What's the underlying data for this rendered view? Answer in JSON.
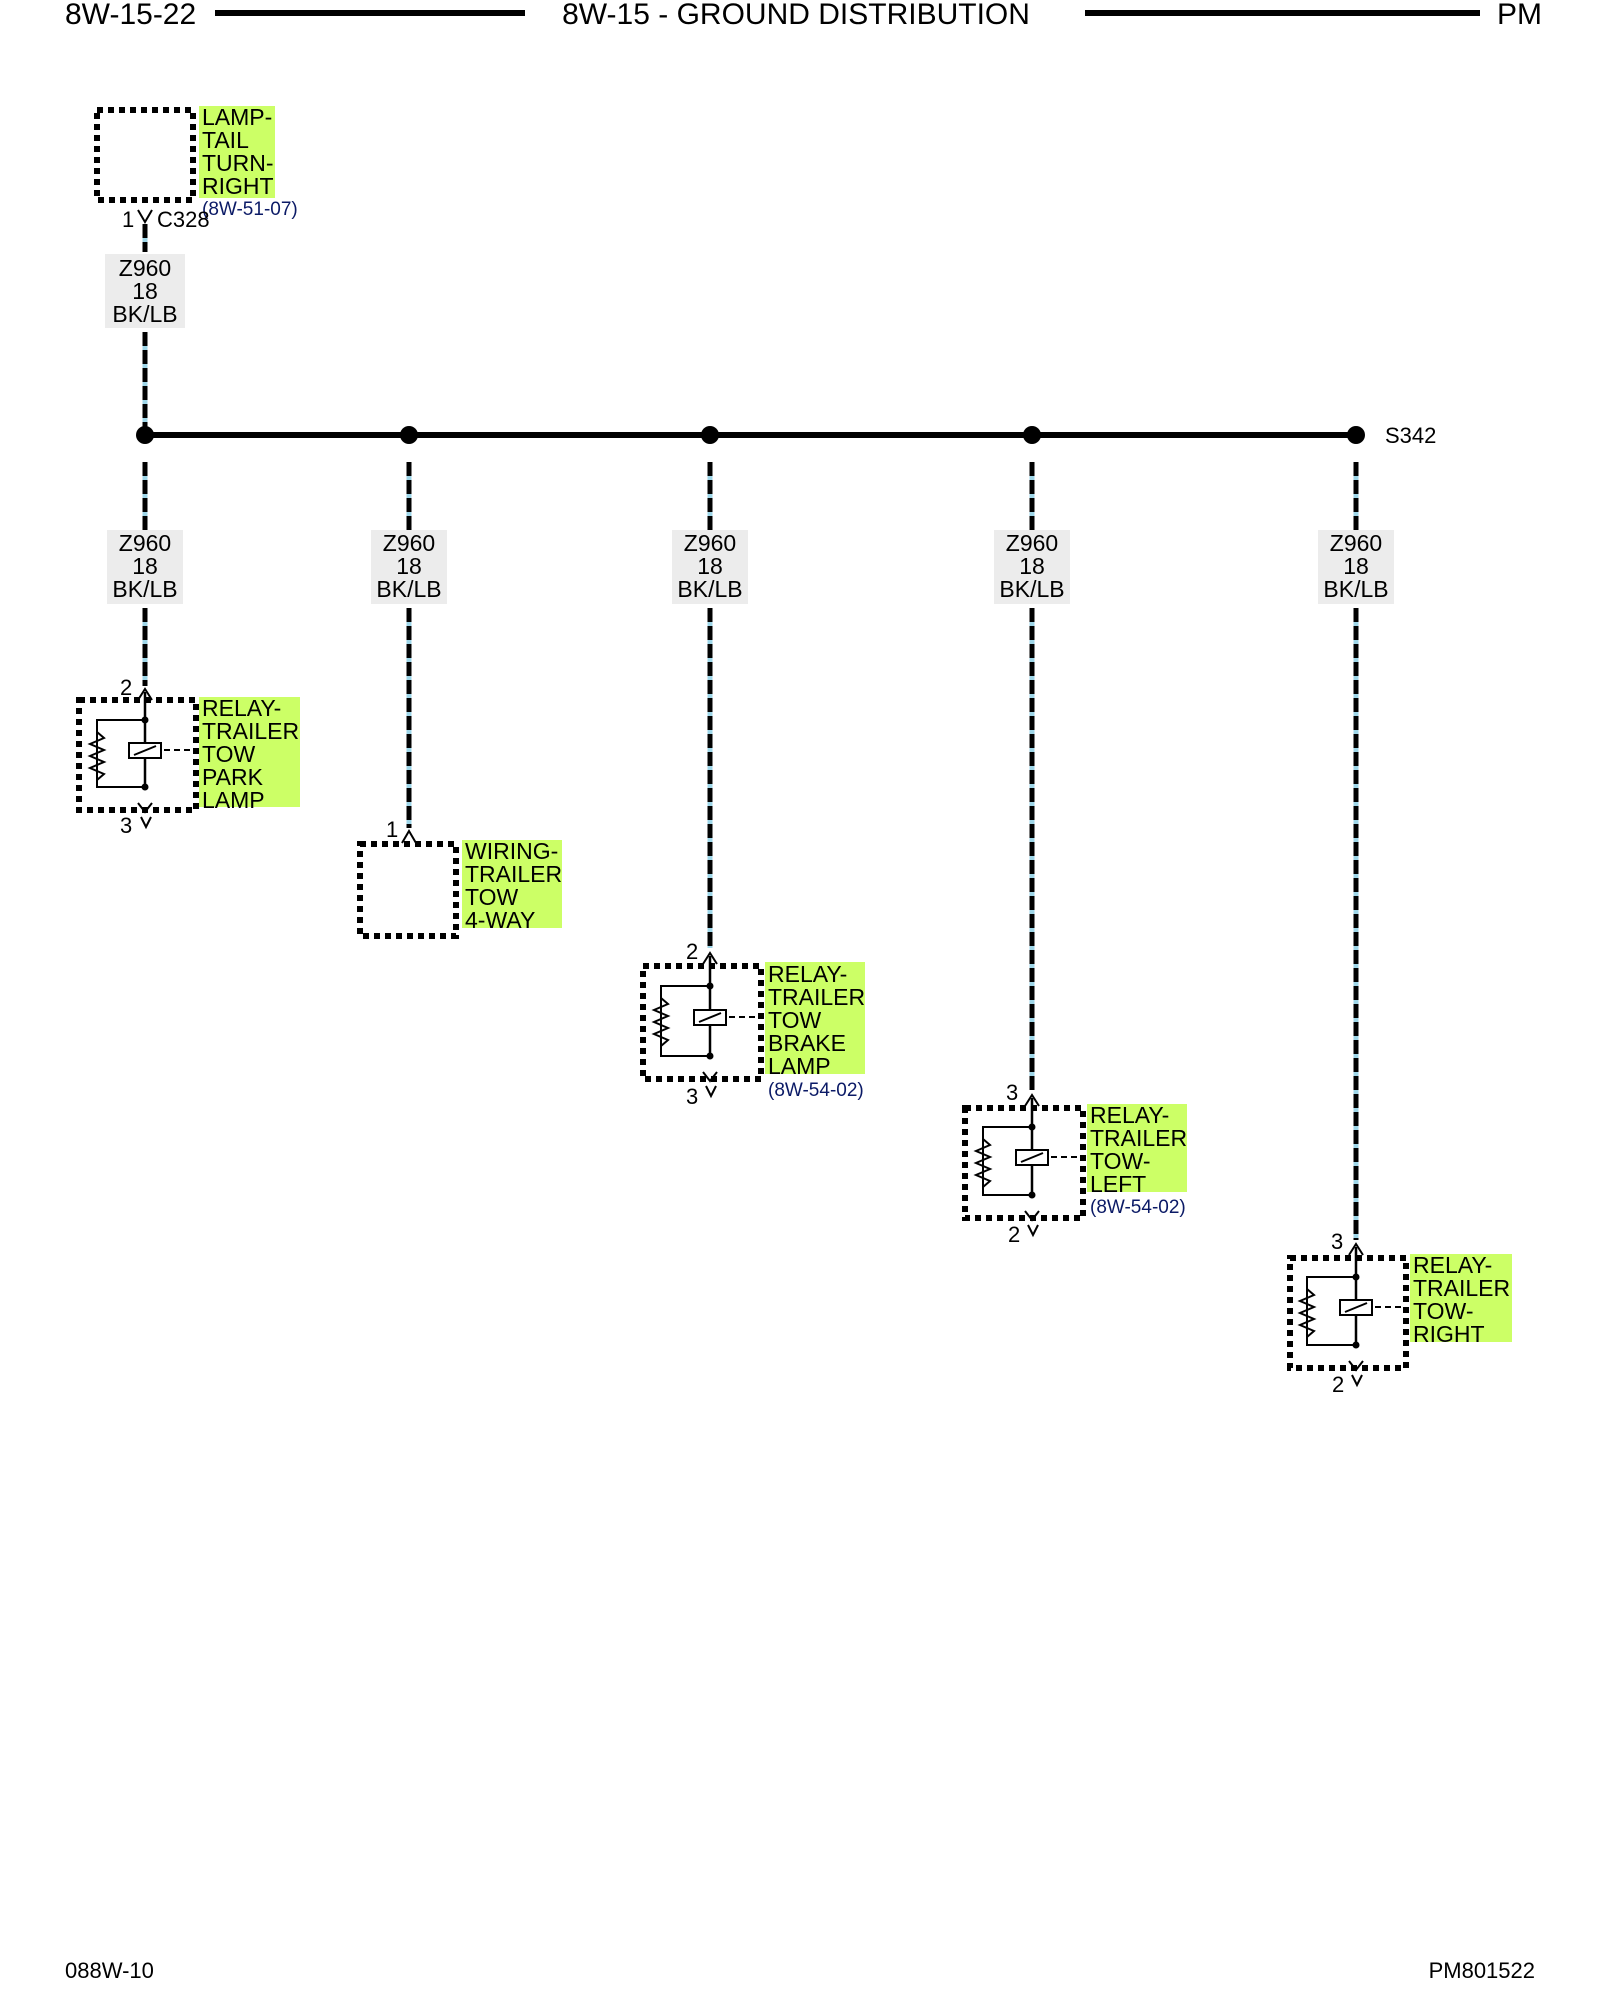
{
  "header": {
    "page_code": "8W-15-22",
    "title": "8W-15 - GROUND DISTRIBUTION",
    "model": "PM"
  },
  "footer": {
    "left_code": "088W-10",
    "right_code": "PM801522"
  },
  "colors": {
    "highlight": "#ccff66",
    "wire": "#000000",
    "wire_stripe": "#9fd6e8",
    "reference_text": "#0b1a66"
  },
  "top_component": {
    "name": [
      "LAMP-",
      "TAIL",
      "TURN-",
      "RIGHT"
    ],
    "reference": "(8W-51-07)",
    "pin": "1",
    "connector": "C328"
  },
  "feed_wire": {
    "circuit": "Z960",
    "gauge": "18",
    "color": "BK/LB"
  },
  "splice": {
    "label": "S342"
  },
  "branches": [
    {
      "wire": {
        "circuit": "Z960",
        "gauge": "18",
        "color": "BK/LB"
      },
      "component": {
        "type": "relay",
        "name": [
          "RELAY-",
          "TRAILER",
          "TOW",
          "PARK",
          "LAMP"
        ],
        "reference": "",
        "pin_in": "2",
        "pin_out": "3"
      }
    },
    {
      "wire": {
        "circuit": "Z960",
        "gauge": "18",
        "color": "BK/LB"
      },
      "component": {
        "type": "box",
        "name": [
          "WIRING-",
          "TRAILER",
          "TOW",
          "4-WAY"
        ],
        "reference": "",
        "pin_in": "1",
        "pin_out": ""
      }
    },
    {
      "wire": {
        "circuit": "Z960",
        "gauge": "18",
        "color": "BK/LB"
      },
      "component": {
        "type": "relay",
        "name": [
          "RELAY-",
          "TRAILER",
          "TOW",
          "BRAKE",
          "LAMP"
        ],
        "reference": "(8W-54-02)",
        "pin_in": "2",
        "pin_out": "3"
      }
    },
    {
      "wire": {
        "circuit": "Z960",
        "gauge": "18",
        "color": "BK/LB"
      },
      "component": {
        "type": "relay",
        "name": [
          "RELAY-",
          "TRAILER",
          "TOW-",
          "LEFT"
        ],
        "reference": "(8W-54-02)",
        "pin_in": "3",
        "pin_out": "2"
      }
    },
    {
      "wire": {
        "circuit": "Z960",
        "gauge": "18",
        "color": "BK/LB"
      },
      "component": {
        "type": "relay",
        "name": [
          "RELAY-",
          "TRAILER",
          "TOW-",
          "RIGHT"
        ],
        "reference": "",
        "pin_in": "3",
        "pin_out": "2"
      }
    }
  ]
}
